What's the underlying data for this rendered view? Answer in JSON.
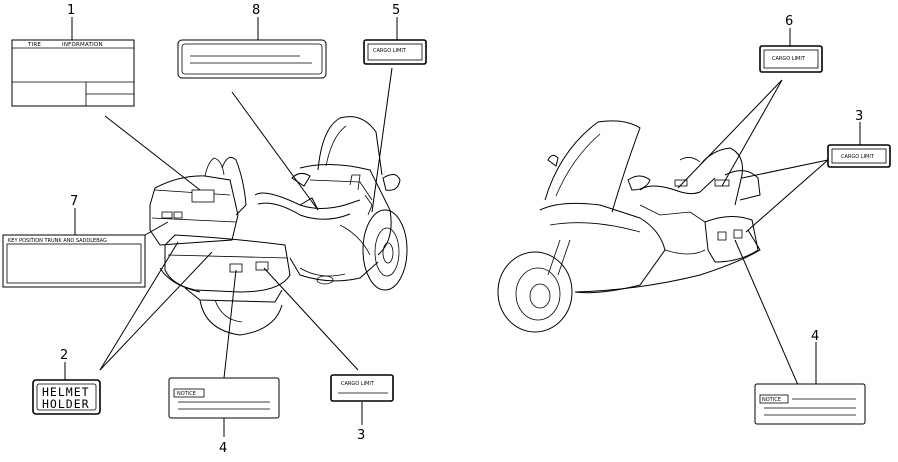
{
  "callouts": {
    "c1": "1",
    "c2": "2",
    "c3a": "3",
    "c3b": "3",
    "c4a": "4",
    "c4b": "4",
    "c5": "5",
    "c6": "6",
    "c7": "7",
    "c8": "8"
  },
  "labels": {
    "tire_info_left": "TIRE",
    "tire_info_right": "INFORMATION",
    "key_position": "KEY POSITION   TRUNK AND SADDLEBAG",
    "helmet_line1": "HELMET",
    "helmet_line2": "HOLDER",
    "notice_a": "NOTICE",
    "notice_b": "NOTICE",
    "cargo_limit_3a": "CARGO LIMIT",
    "cargo_limit_3b": "CARGO LIMIT",
    "cargo_limit_5": "CARGO LIMIT",
    "cargo_limit_6": "CARGO LIMIT"
  }
}
